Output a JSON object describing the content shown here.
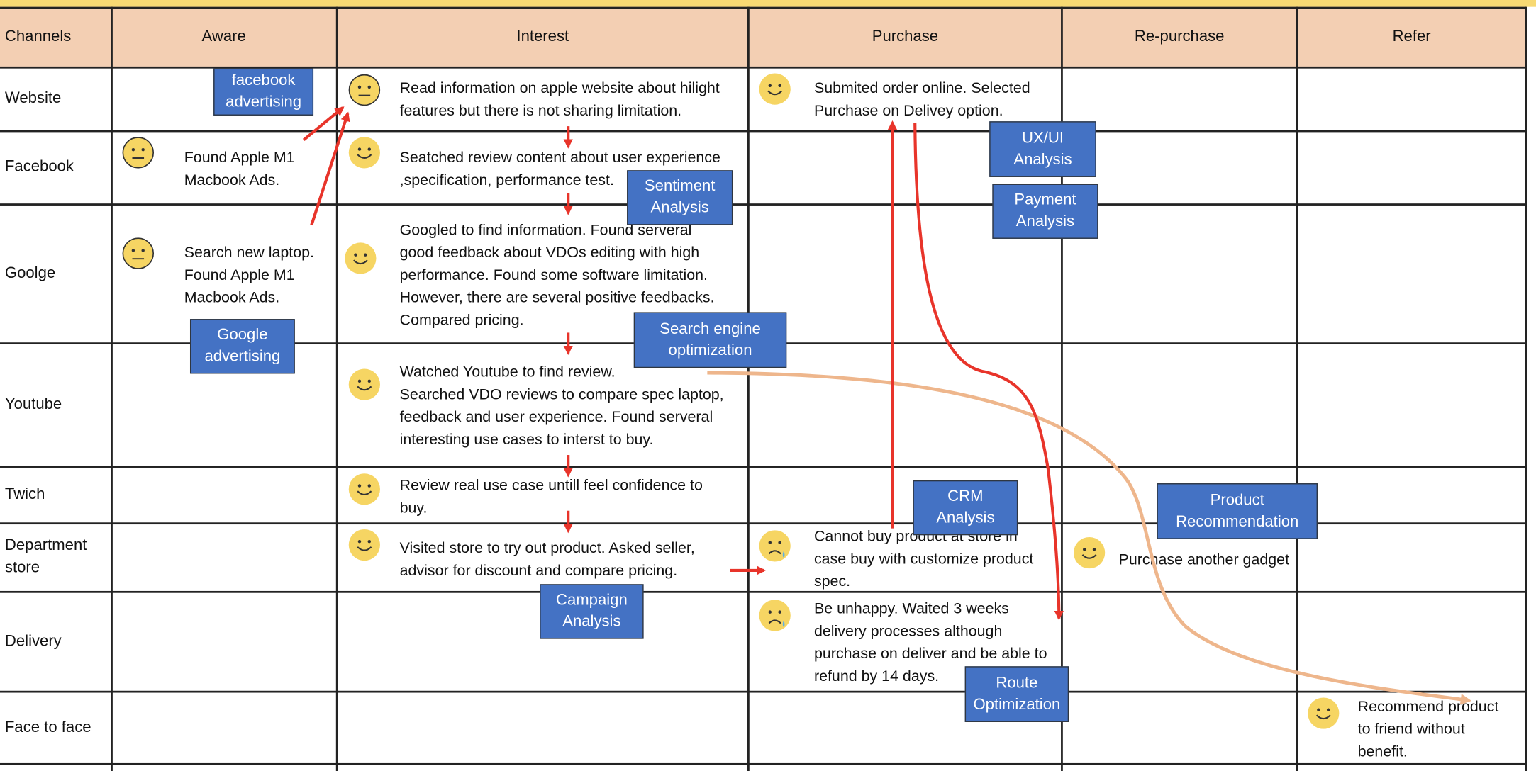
{
  "header": {
    "channels": "Channels",
    "aware": "Aware",
    "interest": "Interest",
    "purchase": "Purchase",
    "repurchase": "Re-purchase",
    "refer": "Refer"
  },
  "rows": {
    "website": "Website",
    "facebook": "Facebook",
    "google": "Goolge",
    "youtube": "Youtube",
    "twitch": "Twich",
    "department": "Department\nstore",
    "delivery": "Delivery",
    "face": "Face to face"
  },
  "cells": {
    "facebook_aware": "Found Apple M1\nMacbook Ads.",
    "google_aware": "Search new laptop.\nFound Apple M1\nMacbook Ads.",
    "website_interest": "Read information on apple website about hilight\nfeatures but there is not sharing limitation.",
    "facebook_interest": "Seatched review content about user experience\n,specification, performance test.",
    "google_interest": "Googled to find information. Found serveral\ngood feedback about  VDOs editing with high\nperformance. Found some software limitation.\nHowever, there are several positive feedbacks.\nCompared pricing.",
    "youtube_interest": "Watched Youtube to find review.\nSearched VDO reviews  to compare spec laptop,\nfeedback and user experience. Found serveral\ninteresting use cases to interst to buy.",
    "twitch_interest": "Review real use case untill feel confidence to\nbuy.",
    "department_interest": "Visited store to try out product. Asked seller,\nadvisor for discount and compare pricing.",
    "website_purchase": "Submited order online. Selected\nPurchase on Delivey option.",
    "department_purchase": "Cannot buy product at store in\ncase buy with customize product\nspec.",
    "delivery_purchase": "Be unhappy. Waited 3 weeks\ndelivery processes although\npurchase on deliver and be able to\nrefund by 14 days.",
    "department_repurchase": "Purchase another gadget",
    "face_refer": "Recommend product\nto friend without\nbenefit."
  },
  "boxes": {
    "facebook_advertising": "facebook\nadvertising",
    "google_advertising": "Google\nadvertising",
    "sentiment_analysis": "Sentiment\nAnalysis",
    "search_engine_optimization": "Search engine\noptimization",
    "campaign_analysis": "Campaign\nAnalysis",
    "uxui_analysis": "UX/UI\nAnalysis",
    "payment_analysis": "Payment\nAnalysis",
    "crm_analysis": "CRM\nAnalysis",
    "route_optimization": "Route\nOptimization",
    "product_recommendation": "Product\nRecommendation"
  },
  "colors": {
    "header_bg": "#f3cfb3",
    "top_strip": "#f7d973",
    "box_fill": "#4472c4",
    "arrow_red": "#e8342a",
    "arrow_orange": "#eeb68c",
    "emoji_face": "#f6d563",
    "tear": "#5ab0e6"
  },
  "emojis": {
    "neutral": "neutral-face-icon",
    "smile": "smiling-face-icon",
    "sad": "sad-tear-face-icon"
  }
}
